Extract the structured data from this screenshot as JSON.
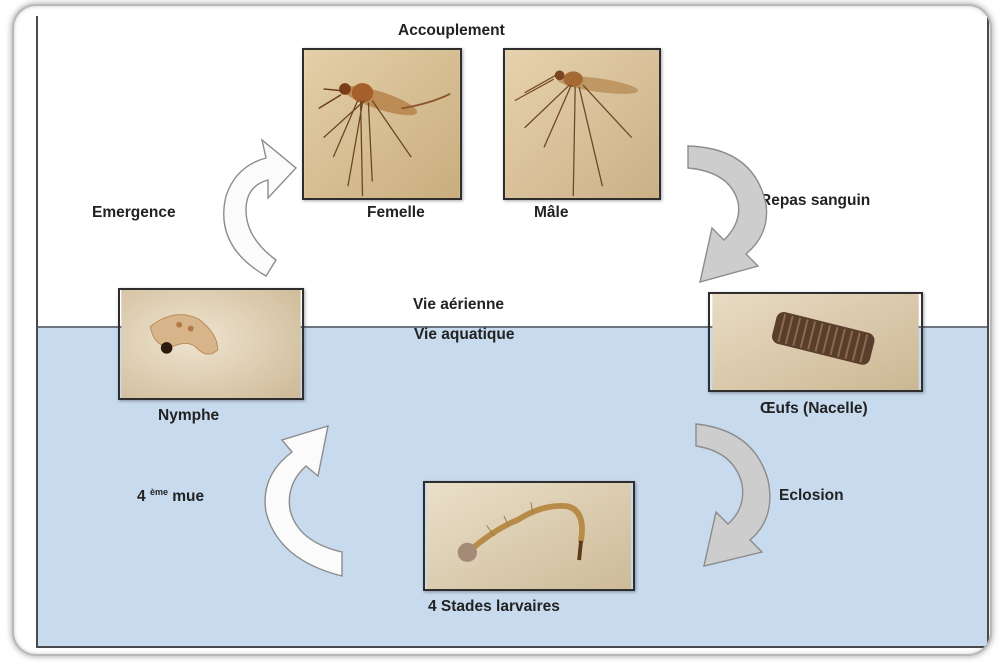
{
  "labels": {
    "mating": "Accouplement",
    "female": "Femelle",
    "male": "Mâle",
    "blood_meal": "Repas  sanguin",
    "emergence": "Emergence",
    "aerial_life": "Vie aérienne",
    "aquatic_life": "Vie aquatique",
    "pupa": "Nymphe",
    "eggs": "Œufs (Nacelle)",
    "fourth_moult_num": "4",
    "fourth_moult_sup": "ème",
    "fourth_moult_word": "mue",
    "hatching": "Eclosion",
    "larval_stages": "4 Stades larvaires"
  },
  "colors": {
    "water": "#c8daee",
    "arrow_gray": "#cfcfcf",
    "photo_bg": "#d8c29a"
  }
}
